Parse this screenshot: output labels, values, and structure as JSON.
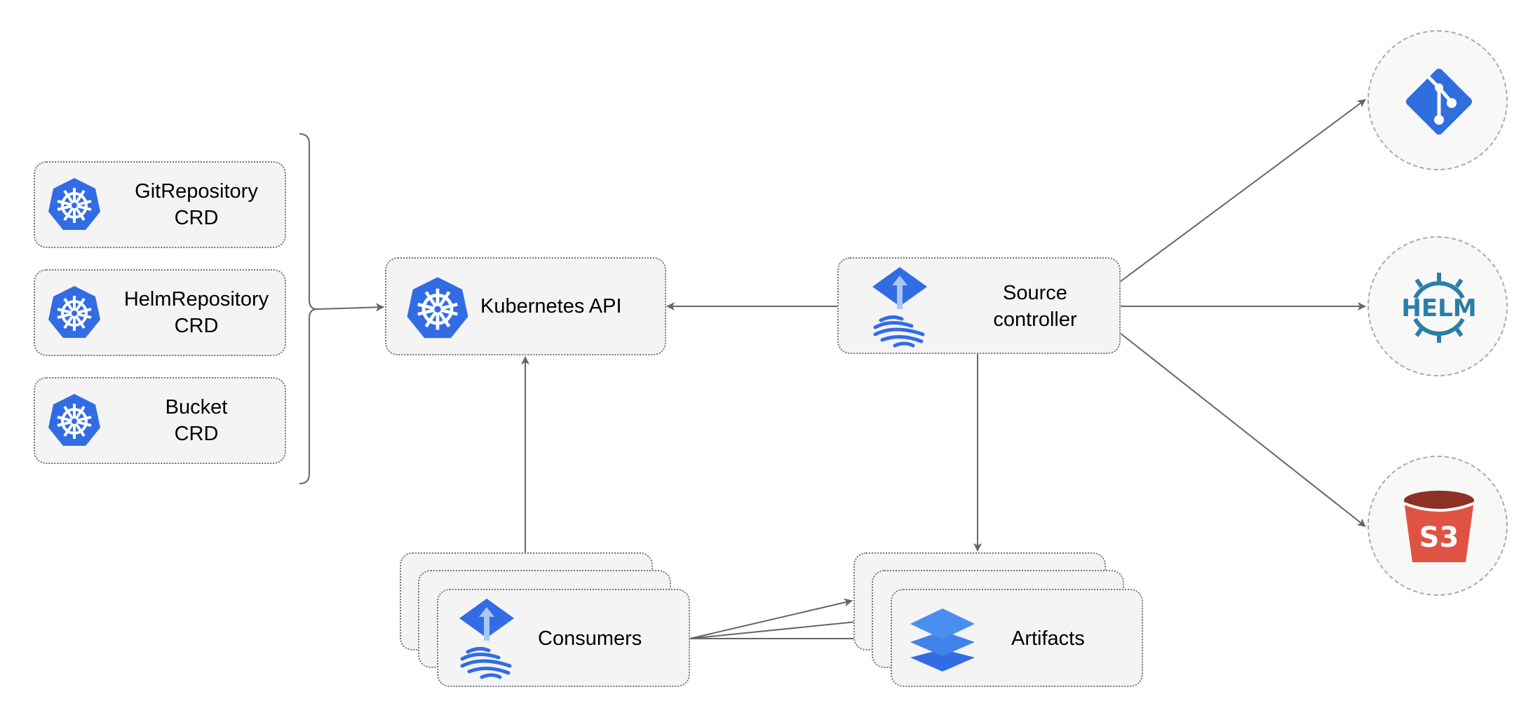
{
  "crds": [
    {
      "label_line1": "GitRepository",
      "label_line2": "CRD",
      "icon": "kubernetes-icon"
    },
    {
      "label_line1": "HelmRepository",
      "label_line2": "CRD",
      "icon": "kubernetes-icon"
    },
    {
      "label_line1": "Bucket",
      "label_line2": "CRD",
      "icon": "kubernetes-icon"
    }
  ],
  "kubernetes_api": {
    "label": "Kubernetes API",
    "icon": "kubernetes-icon"
  },
  "source_controller": {
    "label_line1": "Source",
    "label_line2": "controller",
    "icon": "flux-icon"
  },
  "consumers": {
    "label": "Consumers",
    "icon": "flux-icon"
  },
  "artifacts": {
    "label": "Artifacts",
    "icon": "layers-icon"
  },
  "sources": [
    {
      "icon": "git-icon",
      "color": "#2f6fdc"
    },
    {
      "icon": "helm-icon",
      "label": "HELM",
      "color": "#2a7ea8"
    },
    {
      "icon": "s3-bucket-icon",
      "label": "S3",
      "color": "#e05243"
    }
  ],
  "colors": {
    "kubernetes": "#326ce5",
    "arrow": "#666666",
    "box_fill": "#f4f4f4"
  }
}
